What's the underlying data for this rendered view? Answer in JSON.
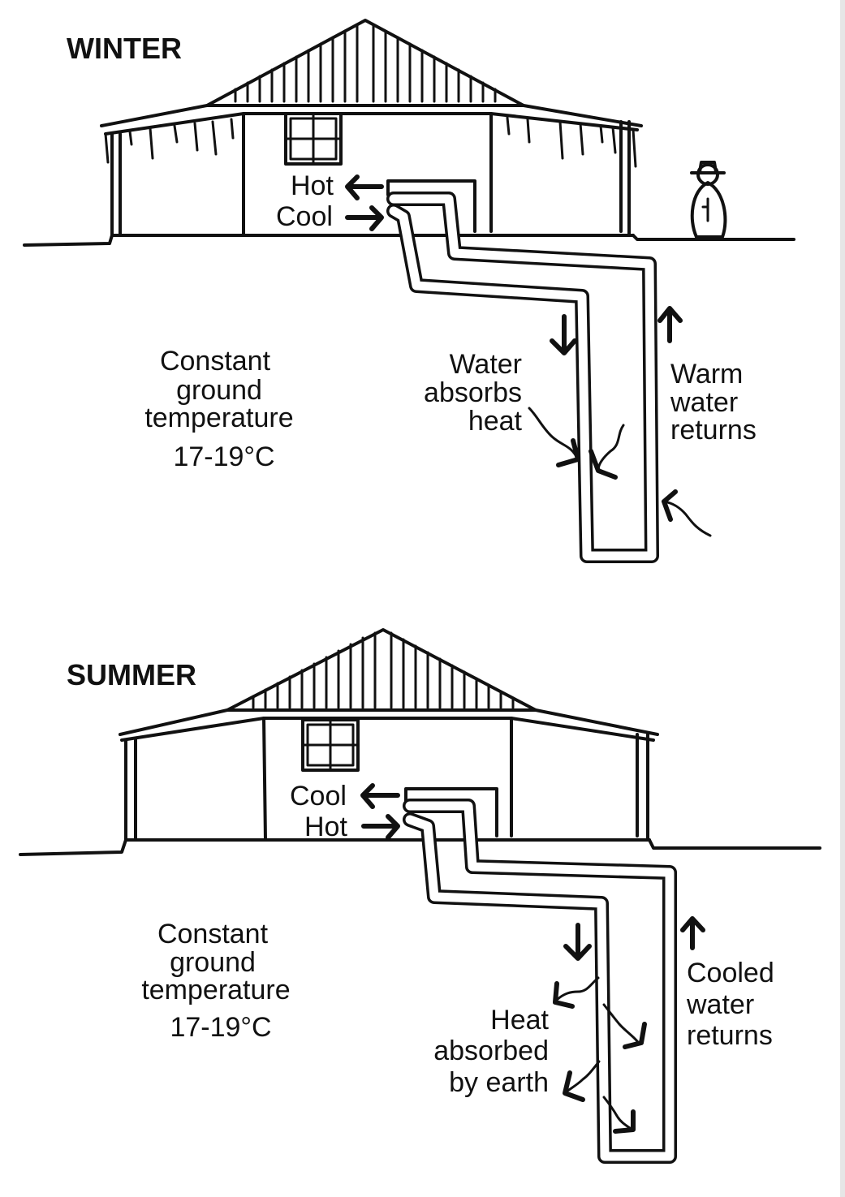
{
  "panels": [
    {
      "title": "WINTER",
      "hot_label": "Hot",
      "cool_label": "Cool",
      "ground": {
        "lines": [
          "Constant",
          "ground",
          "temperature",
          "17-19°C"
        ]
      },
      "left_pipe_label": [
        "Water",
        "absorbs",
        "heat"
      ],
      "right_pipe_label": [
        "Warm",
        "water",
        "returns"
      ]
    },
    {
      "title": "SUMMER",
      "hot_label": "Hot",
      "cool_label": "Cool",
      "ground": {
        "lines": [
          "Constant",
          "ground",
          "temperature",
          "17-19°C"
        ]
      },
      "left_pipe_label": [
        "Heat",
        "absorbed",
        "by earth"
      ],
      "right_pipe_label": [
        "Cooled",
        "water",
        "returns"
      ]
    }
  ]
}
